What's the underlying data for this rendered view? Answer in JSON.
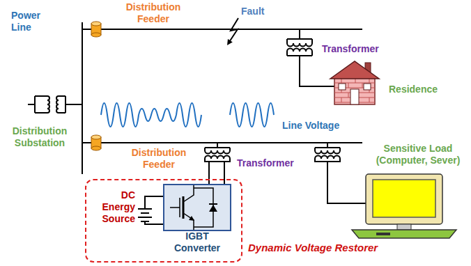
{
  "diagram": {
    "nodes": [
      {
        "text": [
          "Dynamic Voltage Restorer"
        ]
      },
      {
        "text": [
          "IGBT Converter"
        ],
        "in": 0
      }
    ],
    "labels": [
      "Power Line",
      "Distribution Feeder",
      "Fault",
      "Transformer",
      "Residence",
      "Line Voltage",
      "Distribution Substation",
      "Distribution Feeder",
      "Transformer",
      "Sensitive Load (Computer, Sever)",
      "DC Energy Source"
    ]
  }
}
